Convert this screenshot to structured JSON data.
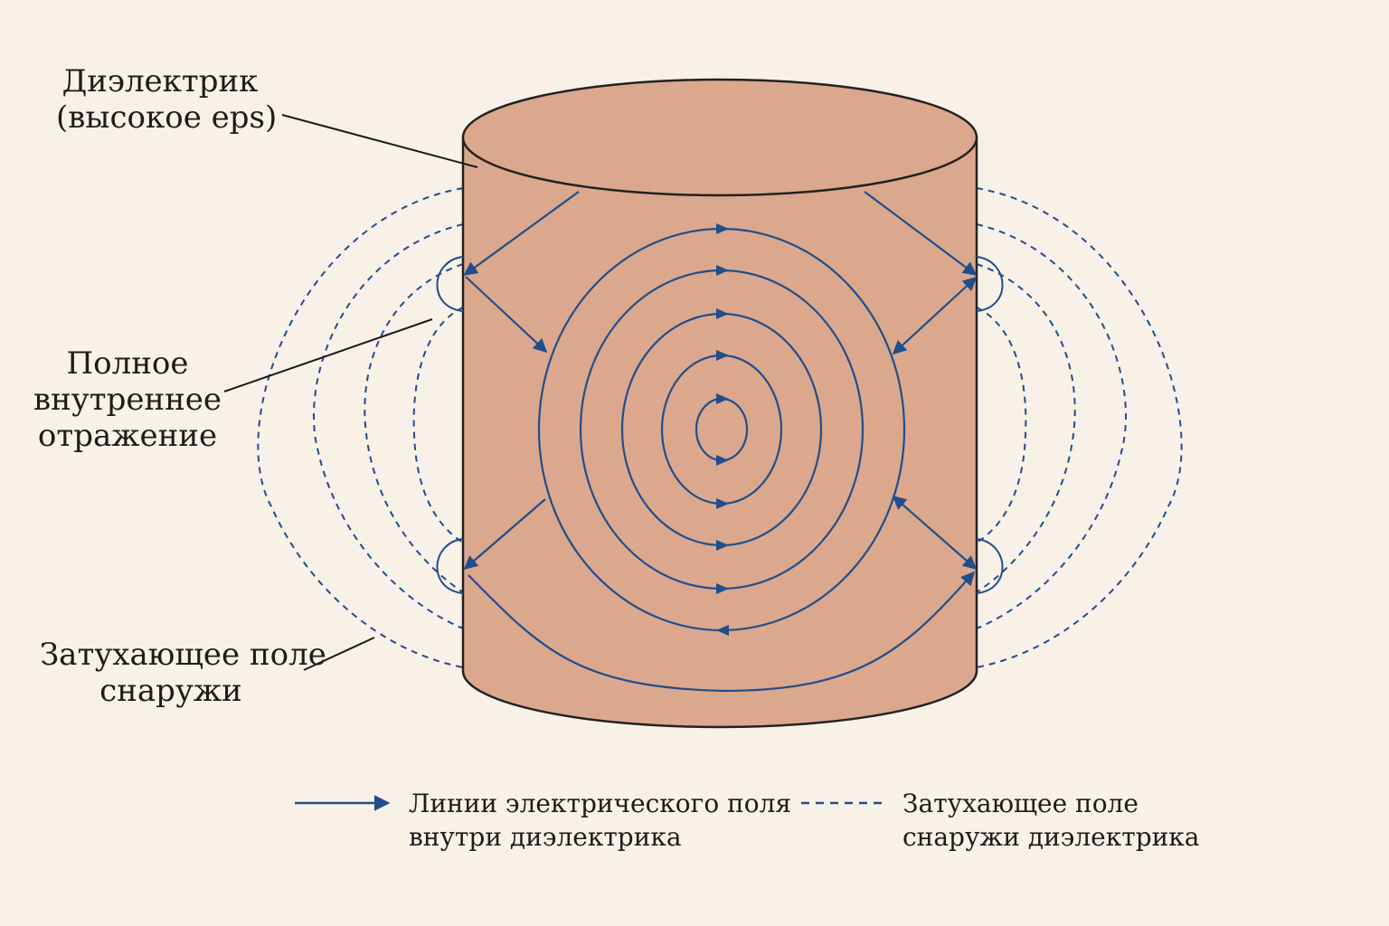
{
  "labels": {
    "dielectric": {
      "line1": "Диэлектрик",
      "line2": "(высокое eps)"
    },
    "tir": {
      "line1": "Полное",
      "line2": "внутреннее",
      "line3": "отражение"
    },
    "evanescent": {
      "line1": "Затухающее поле",
      "line2": "снаружи"
    }
  },
  "legend": {
    "solid": {
      "line1": "Линии электрического поля",
      "line2": "внутри диэлектрика"
    },
    "dashed": {
      "line1": "Затухающее поле",
      "line2": "снаружи диэлектрика"
    }
  },
  "colors": {
    "background": "#f8f1e8",
    "cylinder_fill": "#dba88d",
    "cylinder_stroke": "#222222",
    "field_line": "#1f4e8c"
  }
}
